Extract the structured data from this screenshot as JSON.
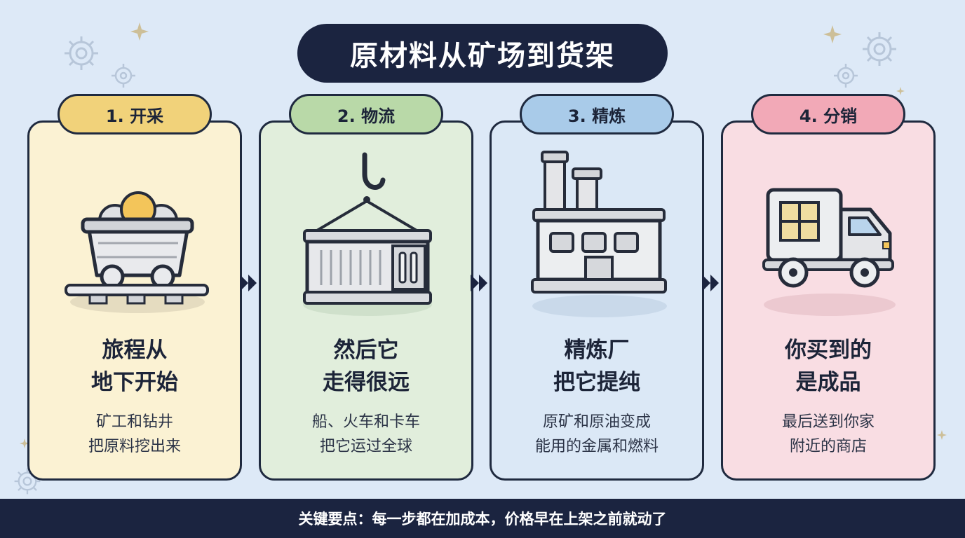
{
  "title": "原材料从矿场到货架",
  "steps": [
    {
      "tab": "1. 开采",
      "heading": [
        "旅程从",
        "地下开始"
      ],
      "desc": [
        "矿工和钻井",
        "把原料挖出来"
      ],
      "icon": "mine-cart-icon",
      "card_color": "#fbf2d3",
      "tab_color": "#f1d27a"
    },
    {
      "tab": "2. 物流",
      "heading": [
        "然后它",
        "走得很远"
      ],
      "desc": [
        "船、火车和卡车",
        "把它运过全球"
      ],
      "icon": "shipping-container-icon",
      "card_color": "#e1eedc",
      "tab_color": "#b9d9a8"
    },
    {
      "tab": "3. 精炼",
      "heading": [
        "精炼厂",
        "把它提纯"
      ],
      "desc": [
        "原矿和原油变成",
        "能用的金属和燃料"
      ],
      "icon": "factory-icon",
      "card_color": "#dbe8f6",
      "tab_color": "#a9cbe9"
    },
    {
      "tab": "4. 分销",
      "heading": [
        "你买到的",
        "是成品"
      ],
      "desc": [
        "最后送到你家",
        "附近的商店"
      ],
      "icon": "delivery-truck-icon",
      "card_color": "#f9dde3",
      "tab_color": "#f2a9b7"
    }
  ],
  "footer": "关键要点：每一步都在加成本，价格早在上架之前就动了"
}
